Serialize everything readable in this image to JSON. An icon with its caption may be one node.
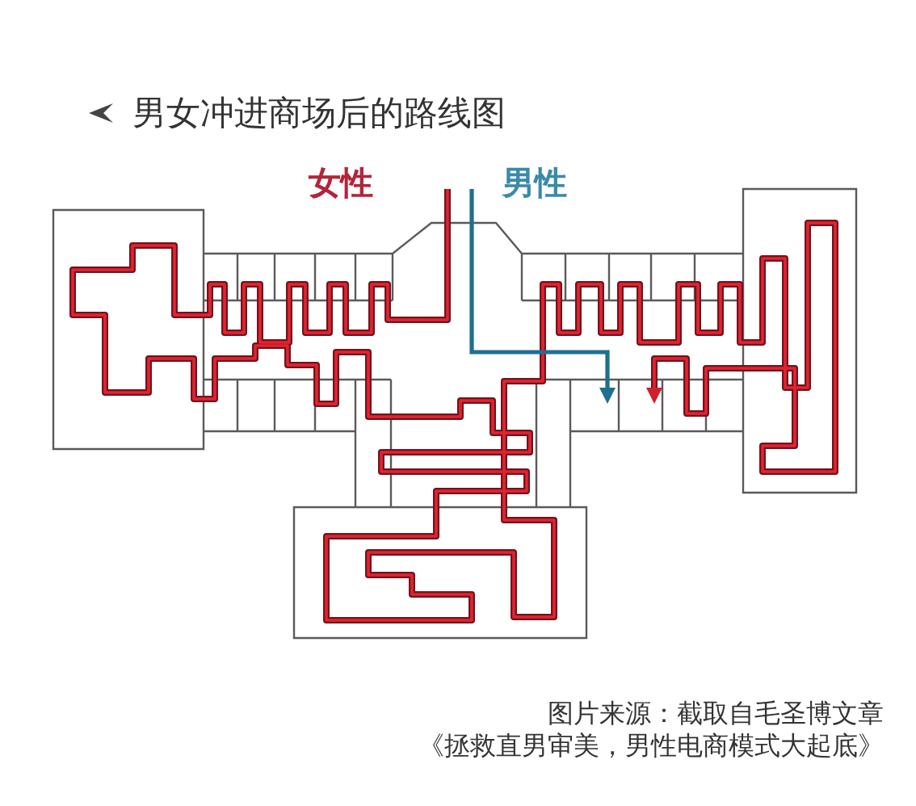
{
  "diagram": {
    "title": "男女冲进商场后的路线图",
    "caption": "图片来源：截取自毛圣博文章《拯救直男审美，男性电商模式大起底》",
    "labels": [
      "女性",
      "男性"
    ]
  }
}
